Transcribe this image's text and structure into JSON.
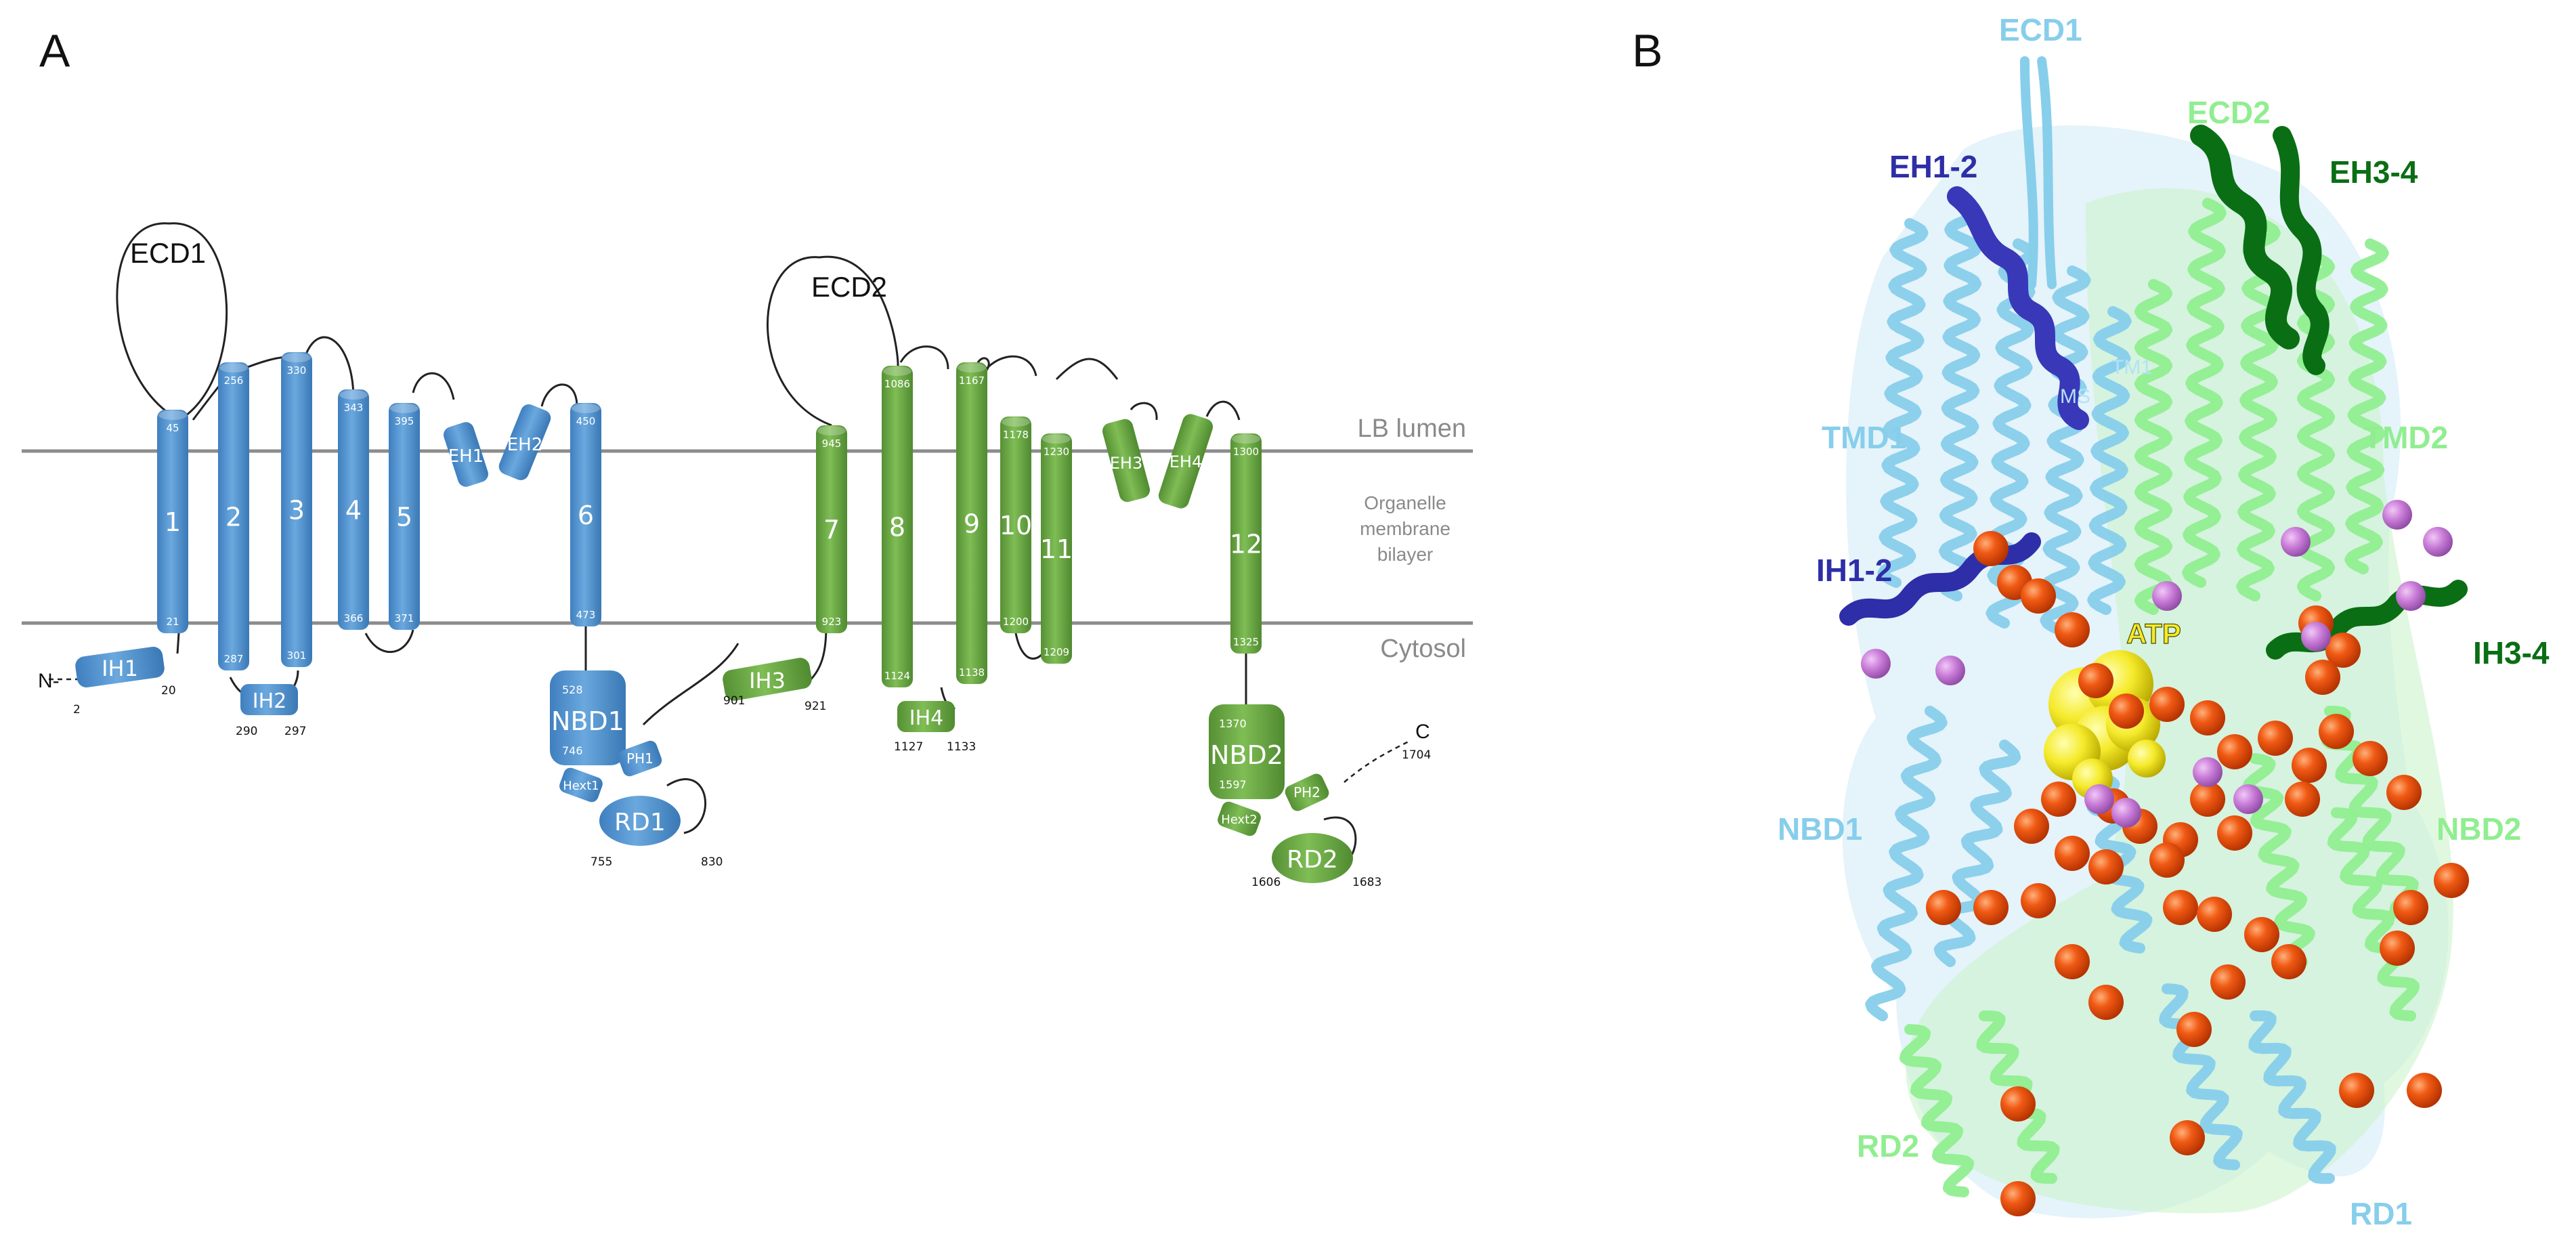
{
  "panels": {
    "a": "A",
    "b": "B"
  },
  "topology": {
    "side_labels": {
      "lumen": "LB lumen",
      "membrane": [
        "Organelle",
        "membrane",
        "bilayer"
      ],
      "cytosol": "Cytosol"
    },
    "loops": {
      "ecd1": "ECD1",
      "ecd2": "ECD2"
    },
    "termini": {
      "n": "N-",
      "c": "C",
      "n_num": "2",
      "c_num": "1704"
    },
    "tm1": [
      {
        "label": "1",
        "top": "45",
        "bottom": "21"
      },
      {
        "label": "2",
        "top": "256",
        "bottom": "287"
      },
      {
        "label": "3",
        "top": "330",
        "bottom": "301"
      },
      {
        "label": "4",
        "top": "343",
        "bottom": "366"
      },
      {
        "label": "5",
        "top": "395",
        "bottom": "371"
      },
      {
        "label": "6",
        "top": "450",
        "bottom": "473"
      }
    ],
    "tm2": [
      {
        "label": "7",
        "top": "945",
        "bottom": "923"
      },
      {
        "label": "8",
        "top": "1086",
        "bottom": "1124"
      },
      {
        "label": "9",
        "top": "1167",
        "bottom": "1138"
      },
      {
        "label": "10",
        "top": "1178",
        "bottom": "1200"
      },
      {
        "label": "11",
        "top": "1230",
        "bottom": "1209"
      },
      {
        "label": "12",
        "top": "1300",
        "bottom": "1325"
      }
    ],
    "small": {
      "ih1": "IH1",
      "ih2": "IH2",
      "ih3": "IH3",
      "ih4": "IH4",
      "eh1": "EH1",
      "eh2": "EH2",
      "eh3": "EH3",
      "eh4": "EH4",
      "nbd1": "NBD1",
      "nbd2": "NBD2",
      "rd1": "RD1",
      "rd2": "RD2",
      "pn1": "PH1",
      "pn2": "PH2",
      "hext1": "Hext1",
      "hext2": "Hext2"
    },
    "numbers": {
      "ih1_end": "20",
      "ih2_a": "290",
      "ih2_b": "297",
      "ih3_a": "901",
      "ih3_b": "921",
      "ih4_a": "1127",
      "ih4_b": "1133",
      "nbd1_top": "528",
      "nbd1_mid": "746",
      "rd1_a": "755",
      "rd1_b": "830",
      "nbd2_top": "1370",
      "nbd2_mid": "1597",
      "rd2_a": "1606",
      "rd2_b": "1683"
    }
  },
  "structure": {
    "labels": {
      "ecd1": "ECD1",
      "ecd2": "ECD2",
      "eh12": "EH1-2",
      "eh34": "EH3-4",
      "tmd1": "TMD1",
      "tmd2": "TMD2",
      "ih12": "IH1-2",
      "ih34": "IH3-4",
      "atp": "ATP",
      "nbd1": "NBD1",
      "nbd2": "NBD2",
      "rd1": "RD1",
      "rd2": "RD2",
      "tm1": "TM1",
      "ms": "MS"
    }
  },
  "colors": {
    "tmd1_blue": "#5b9bd5",
    "tmd2_green": "#70ad47",
    "light_blue": "#87ceeb",
    "light_green": "#90ee90",
    "dark_blue": "#2e2ea8",
    "dark_green": "#0a6e14",
    "atp_yellow": "#f5ea2a",
    "sphere_red": "#e84a10",
    "sphere_violet": "#c77ad6"
  }
}
